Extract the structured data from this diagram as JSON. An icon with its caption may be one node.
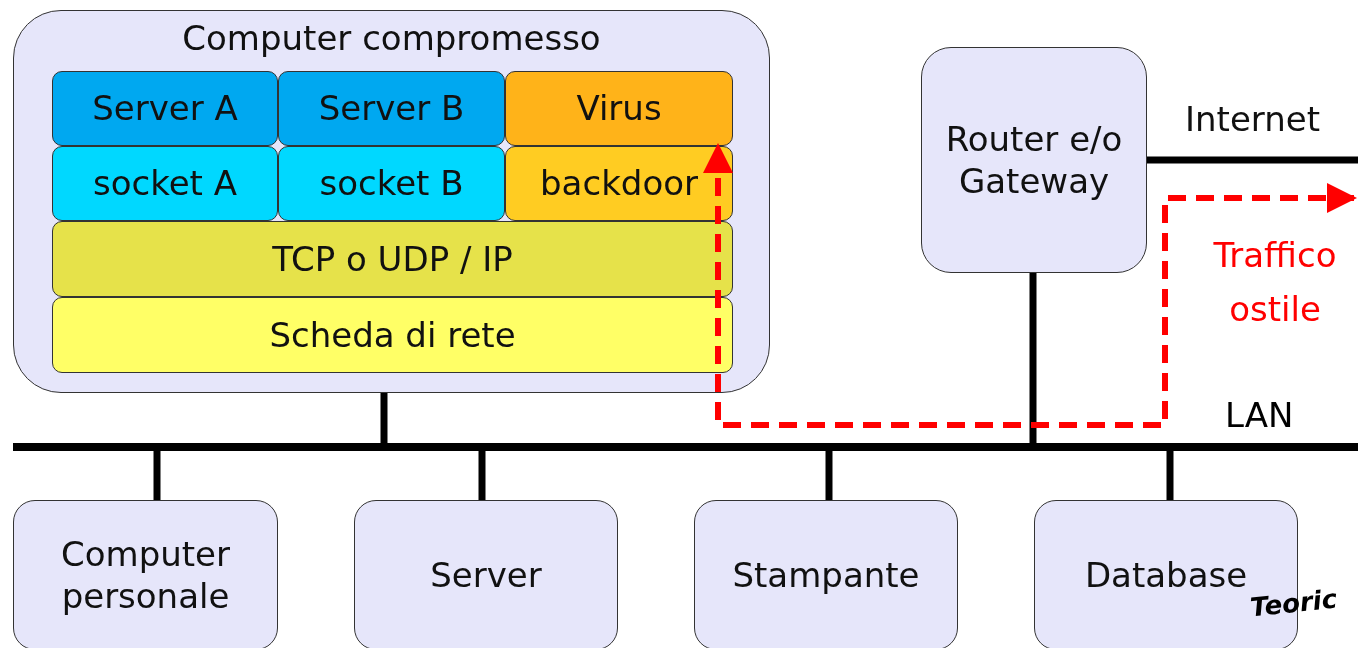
{
  "diagram": {
    "nodes": [
      {
        "text": [
          "Computer compromesso"
        ]
      },
      {
        "text": [
          "Server A"
        ],
        "in": 0
      },
      {
        "text": [
          "Server B"
        ],
        "in": 0
      },
      {
        "text": [
          "Virus"
        ],
        "in": 0
      },
      {
        "text": [
          "socket A"
        ],
        "in": 0
      },
      {
        "text": [
          "socket B"
        ],
        "in": 0
      },
      {
        "text": [
          "backdoor"
        ],
        "in": 0
      },
      {
        "text": [
          "TCP o UDP / IP"
        ],
        "in": 0
      },
      {
        "text": [
          "Scheda di rete"
        ],
        "in": 0
      },
      {
        "text": [
          "Router e/o Gateway"
        ]
      },
      {
        "text": [
          "Computer personale"
        ]
      },
      {
        "text": [
          "Server"
        ]
      },
      {
        "text": [
          "Stampante"
        ]
      },
      {
        "text": [
          "Database"
        ]
      },
      {
        "text": [],
        "shape": "bar",
        "beside": [
          "LAN"
        ]
      }
    ],
    "edges": [
      {
        "from": 0,
        "to": 14,
        "arrow": "none"
      },
      {
        "from": 9,
        "to": 14,
        "arrow": "none"
      },
      {
        "from": 9,
        "to": null,
        "arrow": "none",
        "label": "Internet"
      },
      {
        "from": 10,
        "to": 14,
        "arrow": "none"
      },
      {
        "from": 11,
        "to": 14,
        "arrow": "none"
      },
      {
        "from": 12,
        "to": 14,
        "arrow": "none"
      },
      {
        "from": 13,
        "to": 14,
        "arrow": "none"
      },
      {
        "from": null,
        "to": 3,
        "arrow": "both",
        "label": "Traffico ostile",
        "style": "dashed",
        "color": "#ff0000"
      }
    ],
    "labels": [
      "Teoric"
    ]
  }
}
